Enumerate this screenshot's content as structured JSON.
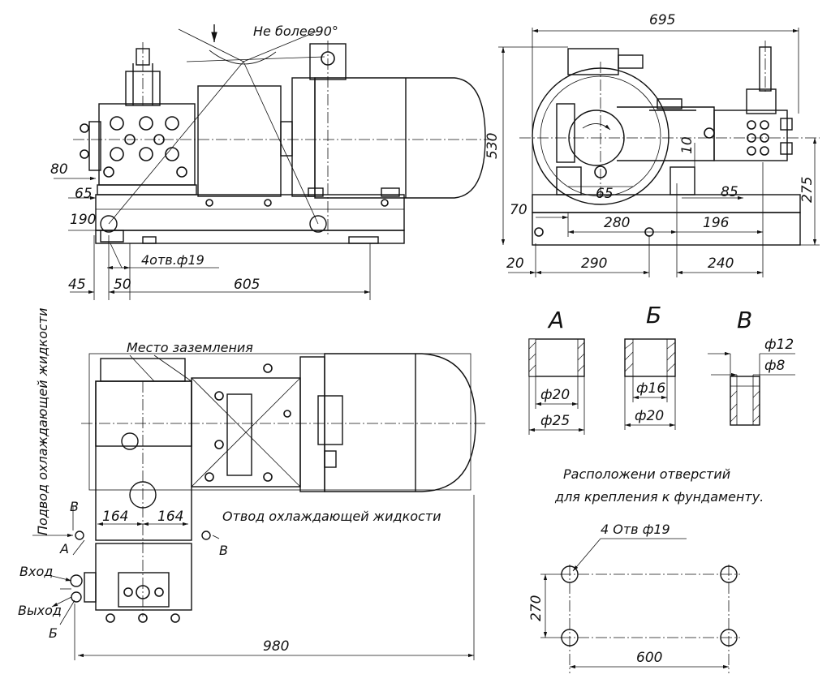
{
  "dims": {
    "d695": "695",
    "d530": "530",
    "d275": "275",
    "d10": "10",
    "d85": "85",
    "d65r": "65",
    "d70": "70",
    "d280": "280",
    "d196": "196",
    "d20": "20",
    "d290": "290",
    "d240": "240",
    "d80": "80",
    "d65": "65",
    "d190": "190",
    "d45": "45",
    "d50": "50",
    "d605": "605",
    "d164a": "164",
    "d164b": "164",
    "d980": "980",
    "d270": "270",
    "d600": "600"
  },
  "labels": {
    "angle": "Не более90°",
    "holes4": "4отв.ф19",
    "ground": "Место заземления",
    "coolant_in": "Подвод охлаждающей жидкости",
    "coolant_out": "Отвод охлаждающей жидкости",
    "inlet": "Вход",
    "outlet": "Выход",
    "mark_v1": "В",
    "mark_a": "А",
    "mark_v2": "В",
    "mark_b": "Б"
  },
  "details": {
    "a": {
      "letter": "А",
      "d1": "ф20",
      "d2": "ф25"
    },
    "b": {
      "letter": "Б",
      "d1": "ф16",
      "d2": "ф20"
    },
    "v": {
      "letter": "В",
      "d1": "ф12",
      "d2": "ф8"
    }
  },
  "foundation": {
    "title1": "Расположени отверстий",
    "title2": "для крепления к фундаменту.",
    "holes": "4 Отв ф19"
  }
}
